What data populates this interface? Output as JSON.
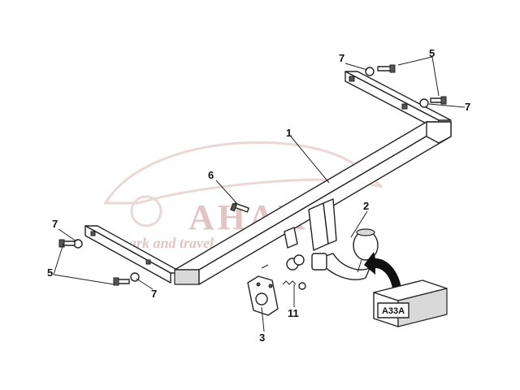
{
  "watermark": {
    "brand": "AHAKA",
    "tagline": "park and travel"
  },
  "product_box": {
    "code": "A33A"
  },
  "callouts": {
    "main_bar": "1",
    "ball_neck": "2",
    "socket_plate": "3",
    "center_bolt": "6",
    "spring_kit": "11",
    "top_washer": "7",
    "top_bolt": "5",
    "top_right_washer": "7",
    "left_upper_washer": "7",
    "left_bolt": "5",
    "left_lower_washer": "7"
  }
}
